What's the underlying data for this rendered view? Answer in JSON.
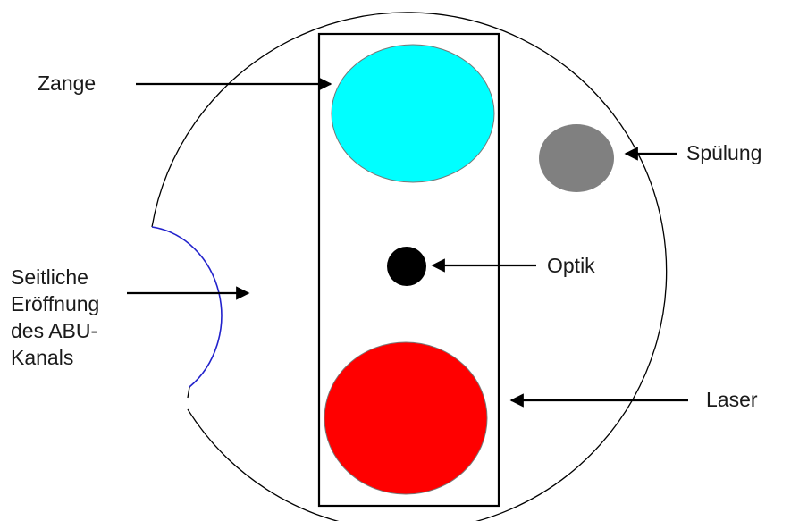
{
  "labels": {
    "zange": "Zange",
    "spuelung": "Spülung",
    "optik": "Optik",
    "laser": "Laser",
    "seitliche": [
      "Seitliche",
      "Eröffnung",
      "des ABU-",
      "Kanals"
    ]
  },
  "colors": {
    "zange": "#00ffff",
    "spuelung": "#808080",
    "optik": "#000000",
    "laser": "#ff0000",
    "abu_channel": "#2222cc",
    "outline": "#000000"
  }
}
